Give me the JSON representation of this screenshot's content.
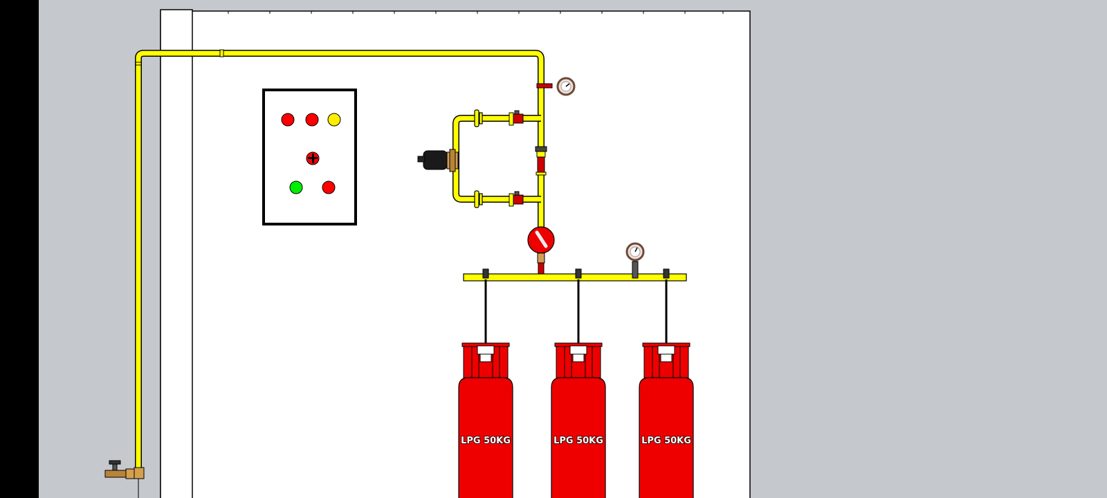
{
  "colors": {
    "background": "#c5c9ce",
    "left_bar": "#000000",
    "wall": "#ffffff",
    "pipe": "#ffff00",
    "valve_red": "#ff0000",
    "lamp_green": "#00ee00",
    "lamp_yellow": "#ffee00",
    "solenoid": "#1a1a1a",
    "brass": "#d4a050"
  },
  "control_panel": {
    "lamps": [
      {
        "name": "lamp-red-1",
        "color": "red"
      },
      {
        "name": "lamp-red-2",
        "color": "red"
      },
      {
        "name": "lamp-yellow",
        "color": "yellow"
      },
      {
        "name": "emergency-stop",
        "color": "red"
      },
      {
        "name": "lamp-green",
        "color": "green"
      },
      {
        "name": "lamp-red-3",
        "color": "red"
      }
    ]
  },
  "cylinders": [
    {
      "label": "LPG 50KG"
    },
    {
      "label": "LPG 50KG"
    },
    {
      "label": "LPG 50KG"
    }
  ]
}
